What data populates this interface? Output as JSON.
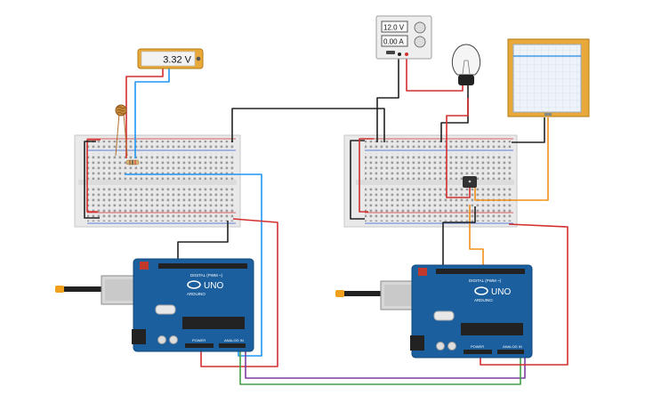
{
  "voltmeter": {
    "reading": "3.32 V"
  },
  "power_supply": {
    "voltage": "12.0 V",
    "current": "0.00 A"
  },
  "arduino_left": {
    "brand": "ARDUINO",
    "model": "UNO",
    "digital_label": "DIGITAL (PWM ~)",
    "power_label": "POWER",
    "analog_label": "ANALOG IN"
  },
  "arduino_right": {
    "brand": "ARDUINO",
    "model": "UNO",
    "digital_label": "DIGITAL (PWM ~)",
    "power_label": "POWER",
    "analog_label": "ANALOG IN"
  },
  "colors": {
    "wire_red": "#d32f2f",
    "wire_black": "#222222",
    "wire_blue": "#2196f3",
    "wire_orange": "#f0901a",
    "wire_green": "#43a047",
    "wire_purple": "#7b3fa0",
    "board_blue": "#1b5f9e",
    "meter_frame": "#e8a93a"
  }
}
